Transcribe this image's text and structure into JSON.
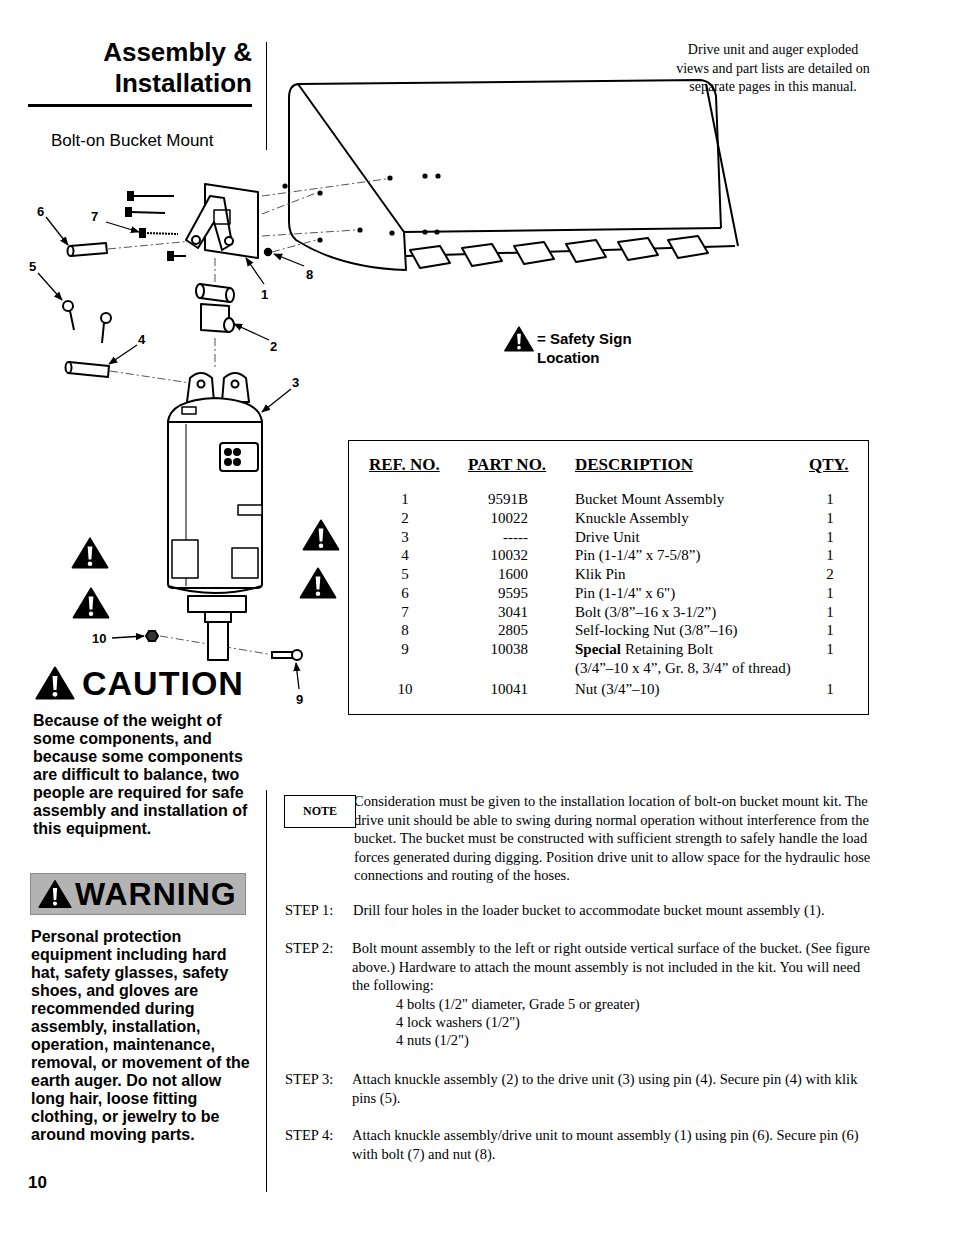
{
  "diagram": {
    "title": "Assembly & Installation",
    "nodes": [
      {
        "text": [
          "WARNING"
        ]
      },
      {
        "text": [
          "NOTE"
        ]
      }
    ],
    "labels": [
      "Bolt-on Bucket Mount",
      "Drive unit and auger exploded views and part lists are detailed on separate pages in this manual.",
      "6",
      "7",
      "5",
      "1",
      "8",
      "4",
      "2",
      "3",
      "10",
      "9",
      "= Safety Sign Location",
      "REF. NO.",
      "PART NO.",
      "DESCRIPTION",
      "QTY.",
      "1",
      "9591B",
      "Bucket Mount Assembly",
      "1",
      "2",
      "10022",
      "Knuckle Assembly",
      "1",
      "3",
      "-----",
      "Drive Unit",
      "1",
      "4",
      "10032",
      "Pin (1-1/4” x 7-5/8”)",
      "1",
      "5",
      "1600",
      "Klik Pin",
      "2",
      "6",
      "9595",
      "Pin (1-1/4\" x 6\")",
      "1",
      "7",
      "3041",
      "Bolt (3/8”–16 x 3-1/2”)",
      "1",
      "8",
      "2805",
      "Self-locking Nut (3/8”–16)",
      "1",
      "9",
      "10038",
      "Special",
      "Retaining Bolt",
      "(3/4”–10 x 4”, Gr. 8, 3/4” of thread)",
      "1",
      "10",
      "10041",
      "Nut (3/4”–10)",
      "1",
      "CAUTION",
      "Because of the weight of some components, and because some components are difficult to balance, two people are required for safe assembly and installation of this equipment.",
      "Personal protection equipment including hard hat, safety glasses, safety shoes, and gloves are recommended during assembly, installation, operation, maintenance, removal, or movement of the earth auger.  Do not allow long hair, loose fitting clothing, or jewelry to be around moving parts.",
      "Consideration must be given to the installation location of bolt-on bucket mount kit.  The drive unit should be able to swing during normal operation without interference from the bucket.  The bucket must be constructed with sufficient strength to safely handle the load forces generated during digging.  Position drive unit to allow space for the hydraulic hose connections and routing of the hoses.",
      "STEP 1:",
      "Drill four holes in the loader bucket to accommodate bucket mount assembly (1).",
      "STEP 2:",
      "Bolt mount assembly to the left or right outside vertical surface of the bucket. (See figure above.) Hardware to attach the mount assembly is not included in the kit.  You will need the following:",
      "4 bolts (1/2\" diameter, Grade 5 or greater)",
      "4 lock washers (1/2\")",
      "4 nuts (1/2\")",
      "STEP 3:",
      "Attach knuckle assembly (2) to the drive unit (3) using pin (4). Secure pin (4) with klik pins (5).",
      "STEP 4:",
      "Attach knuckle assembly/drive unit to mount assembly (1) using pin (6).  Secure pin (6) with bolt (7) and nut (8).",
      "10"
    ]
  }
}
